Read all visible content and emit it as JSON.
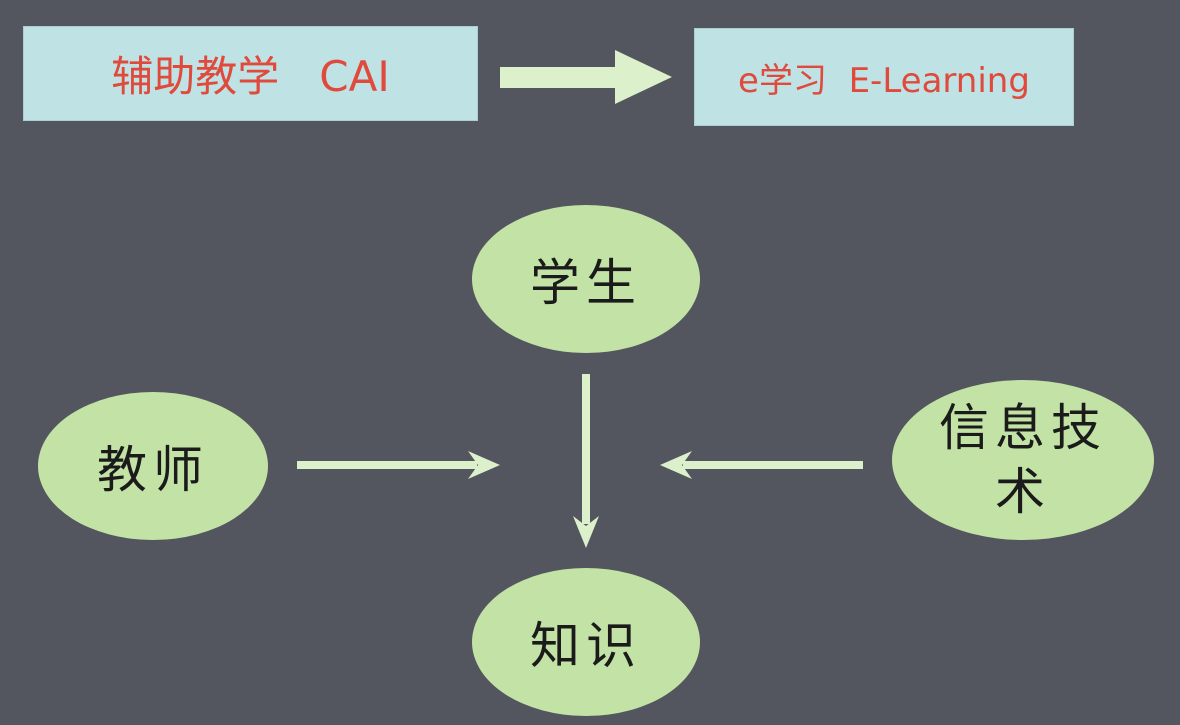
{
  "top_row": {
    "left_box": "辅助教学   CAI",
    "right_box": "e学习  E-Learning"
  },
  "nodes": {
    "student": "学生",
    "teacher": "教师",
    "knowledge": "知识",
    "it_line1": "信息技",
    "it_line2": "术"
  },
  "colors": {
    "background": "#53565f",
    "box_fill": "#bfe3e4",
    "box_text": "#e04a3d",
    "ellipse_fill": "#c3e3a6",
    "arrow": "#dcf0cc"
  }
}
